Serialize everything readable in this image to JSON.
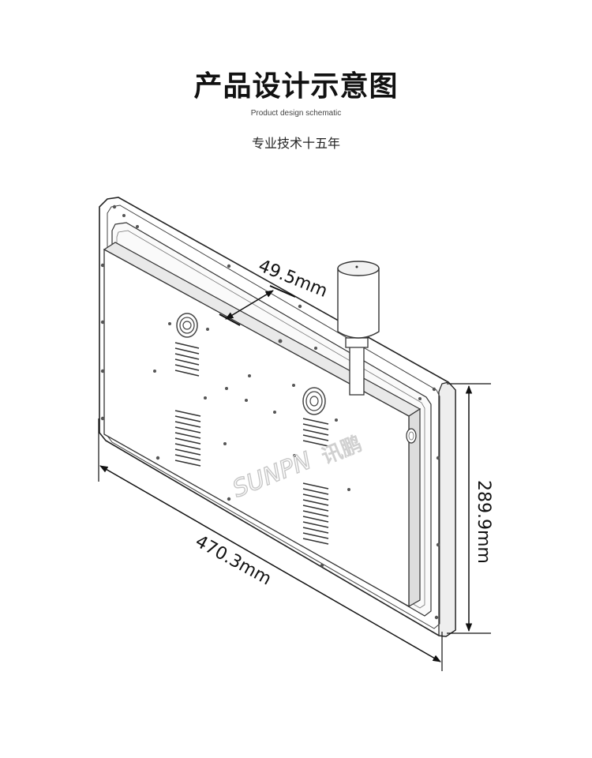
{
  "header": {
    "title": "产品设计示意图",
    "subtitle_en": "Product design schematic",
    "subtitle_cn": "专业技术十五年"
  },
  "dimensions": {
    "depth": "49.5mm",
    "width": "470.3mm",
    "height": "289.9mm"
  },
  "watermark": {
    "latin": "SUNPN",
    "chinese": "讯鹏"
  }
}
